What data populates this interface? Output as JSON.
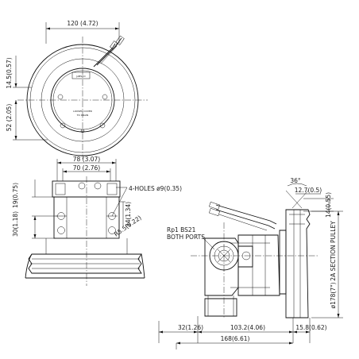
{
  "title": "",
  "front_view": {
    "dim_width": "120 (4.72)",
    "dim_upper": "14.5(0.57)",
    "dim_lower": "52 (2.05)",
    "badge": "JABSCO",
    "note_line1": "LOOSEN COVER",
    "note_line2": "TO DRAIN"
  },
  "side_view": {
    "dim_78": "78 (3.07)",
    "dim_70": "70 (2.76)",
    "holes": "4-HOLES ø9(0.35)",
    "dim_19": "19(0.75)",
    "dim_34": "34(1.34)",
    "dim_30": "30(1.18)",
    "dim_r": "R5.5(0.22)"
  },
  "right_view": {
    "angle": "36°",
    "dim_12_7": "12.7(0.5)",
    "dim_14": "14(0.55)",
    "ports_line1": "Rp1  BS21",
    "ports_line2": "BOTH  PORTS",
    "pulley": "2A  SECTION  PULLEY",
    "diameter": "ø178(7\")",
    "dim_32": "32(1.26)",
    "dim_103": "103.2(4.06)",
    "dim_15": "15.8(0.62)",
    "dim_168": "168(6.61)"
  }
}
